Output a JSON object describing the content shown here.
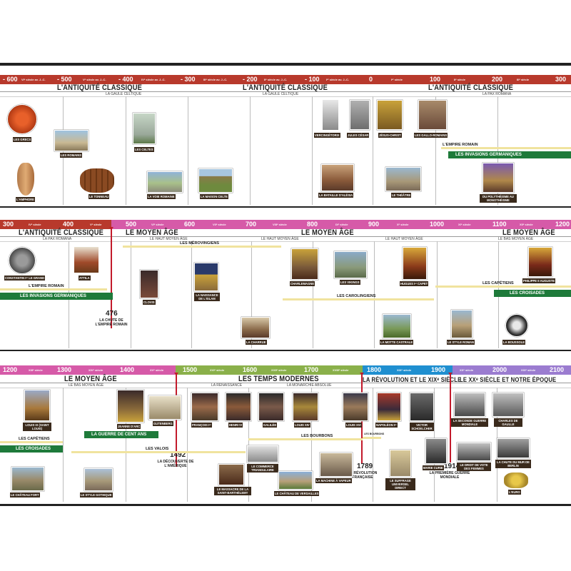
{
  "colors": {
    "red": "#c0392b",
    "pink": "#d65aa8",
    "green_band": "#1e7a3a",
    "olive": "#8ab04a",
    "blue": "#1f8fd0",
    "purple": "#9b7cd0",
    "yellow_bar": "#f0e39e"
  },
  "band1": {
    "ticks": [
      "- 600",
      "- 500",
      "- 400",
      "- 300",
      "- 200",
      "- 100",
      "0",
      "100",
      "200",
      "300"
    ],
    "small_ticks": [
      "VIᵉ siècle av. J.-C.",
      "Vᵉ siècle av. J.-C.",
      "IVᵉ siècle av. J.-C.",
      "IIIᵉ siècle av. J.-C.",
      "IIᵉ siècle av. J.-C.",
      "Iᵉʳ siècle av. J.-C.",
      "Iᵉʳ siècle",
      "IIᵉ siècle",
      "IIIᵉ siècle"
    ],
    "era_left": "L'ANTIQUITÉ CLASSIQUE",
    "era_mid": "L'ANTIQUITÉ CLASSIQUE",
    "era_right": "L'ANTIQUITÉ CLASSIQUE",
    "sub_left": "LA GAULE CELTIQUE",
    "sub_mid": "LA GAULE CELTIQUE",
    "sub_right": "LA PAX ROMANA",
    "items": [
      "LES GRECS",
      "LES ROMAINS",
      "LES CELTES",
      "L'AMPHORE",
      "LE TONNEAU",
      "LA VOIE ROMAINE",
      "LA MAISON CELTE",
      "VERCINGÉTORIX",
      "JULES CÉSAR",
      "JÉSUS-CHRIST",
      "LES GALLO-ROMAINS",
      "LA BATAILLE D'ALÉSIA",
      "LE THÉÂTRE",
      "DU POLYTHÉISME AU MONOTHÉISME"
    ],
    "bar_empire": "L'EMPIRE ROMAIN",
    "bar_invasions": "LES INVASIONS GERMANIQUES"
  },
  "band2": {
    "ticks": [
      "300",
      "400",
      "500",
      "600",
      "700",
      "800",
      "900",
      "1000",
      "1100",
      "1200"
    ],
    "small_ticks": [
      "IVᵉ siècle",
      "Vᵉ siècle",
      "VIᵉ siècle",
      "VIIᵉ siècle",
      "VIIIᵉ siècle",
      "IXᵉ siècle",
      "Xᵉ siècle",
      "XIᵉ siècle",
      "XIIᵉ siècle"
    ],
    "era_antiquity": "L'ANTIQUITÉ CLASSIQUE",
    "sub_pax": "LA PAX ROMANA",
    "era_ma1": "LE MOYEN ÂGE",
    "era_ma2": "LE MOYEN ÂGE",
    "era_ma3": "LE MOYEN ÂGE",
    "sub_haut1": "LE HAUT MOYEN ÂGE",
    "sub_haut2": "LE HAUT MOYEN ÂGE",
    "sub_haut3": "LE HAUT MOYEN ÂGE",
    "sub_bas": "LE BAS MOYEN ÂGE",
    "bar_merov": "LES MÉROVINGIENS",
    "bar_empire": "L'EMPIRE ROMAIN",
    "bar_invasions": "LES INVASIONS GERMANIQUES",
    "bar_caro": "LES CAROLINGIENS",
    "bar_capetiens": "LES CAPÉTIENS",
    "bar_croisades": "LES CROISADES",
    "date": "476",
    "date_caption": "LA CHUTE DE L'EMPIRE ROMAIN",
    "items": [
      "CONSTANTIN Iᵉʳ LE GRAND",
      "ATTILA",
      "CLOVIS",
      "LA NAISSANCE DE L'ISLAM",
      "CHARLEMAGNE",
      "LES VIKINGS",
      "HUGUES Iᵉʳ CAPET",
      "PHILIPPE II AUGUSTE",
      "LA CHARRUE",
      "LA MOTTE CASTRALE",
      "LE STYLE ROMAN",
      "LA BOUSSOLE"
    ]
  },
  "band3": {
    "ticks": [
      "1200",
      "1300",
      "1400",
      "1500",
      "1600",
      "1700",
      "1800",
      "1900",
      "2000",
      "2100"
    ],
    "small_ticks": [
      "XIIIᵉ siècle",
      "XIVᵉ siècle",
      "XVᵉ siècle",
      "XVIᵉ siècle",
      "XVIIᵉ siècle",
      "XVIIIᵉ siècle",
      "XIXᵉ siècle",
      "XXᵉ siècle",
      "XXIᵉ siècle"
    ],
    "era_ma": "LE MOYEN ÂGE",
    "sub_bas": "LE BAS MOYEN ÂGE",
    "era_tm": "LES TEMPS MODERNES",
    "sub_renaissance": "LA RENAISSANCE",
    "sub_monarchie": "LA MONARCHIE ABSOLUE",
    "era_rev": "LA RÉVOLUTION ET LE XIXᵉ SIÈCLE",
    "era_xx": "LE XXᵉ SIÈCLE ET NOTRE ÉPOQUE",
    "bar_capetiens": "LES CAPÉTIENS",
    "bar_croisades": "LES CROISADES",
    "bar_guerre": "LA GUERRE DE CENT ANS",
    "bar_valois": "LES VALOIS",
    "bar_bourbons": "LES BOURBONS",
    "bar_bourbons2": "LES BOURBONS",
    "date_1492": "1492",
    "cap_1492": "LA DÉCOUVERTE DE L'AMÉRIQUE",
    "date_1789": "1789",
    "cap_1789": "LA RÉVOLUTION FRANÇAISE",
    "date_1914": "1914",
    "cap_1914": "LA PREMIÈRE GUERRE MONDIALE",
    "items": [
      "LOUIS IX (SAINT LOUIS)",
      "JEANNE D'ARC",
      "GUTENBERG",
      "FRANÇOIS Iᵉʳ",
      "HENRI IV",
      "GALILÉE",
      "LOUIS XIV",
      "LOUIS XVI",
      "NAPOLÉON Iᵉʳ",
      "VICTOR SCHOELCHER",
      "LA SECONDE GUERRE MONDIALE",
      "CHARLES DE GAULLE",
      "LE CHÂTEAU FORT",
      "LE STYLE GOTHIQUE",
      "LE MASSACRE DE LA SAINT-BARTHÉLEMY",
      "LE COMMERCE TRIANGULAIRE",
      "LE CHÂTEAU DE VERSAILLES",
      "LA MACHINE À VAPEUR",
      "LE SUFFRAGE UNIVERSEL DIRECT",
      "MARIE CURIE",
      "LE DROIT DE VOTE DES FEMMES",
      "LA CHUTE DU MUR DE BERLIN",
      "L'EURO"
    ]
  }
}
